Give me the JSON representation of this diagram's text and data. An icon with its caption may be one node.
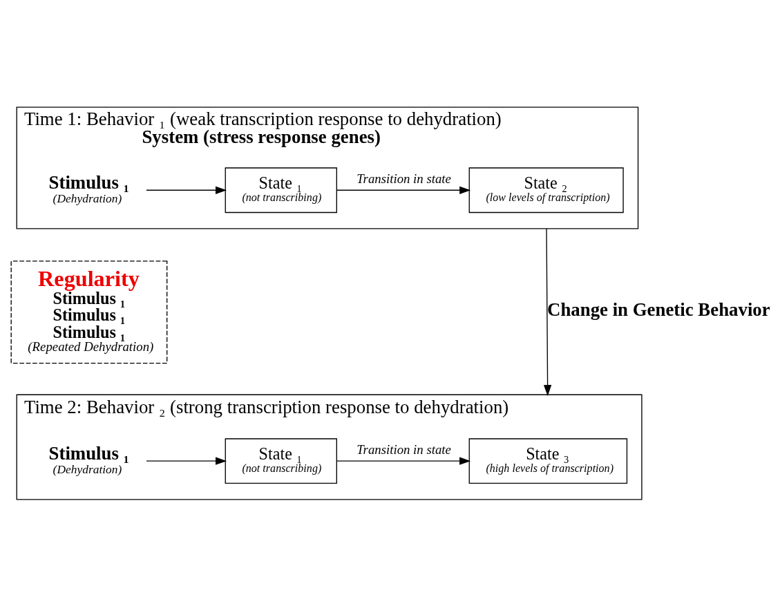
{
  "diagram": {
    "nodes": [
      {
        "text": [
          "Time 1: Behavior ₁ (weak transcription response to dehydration)",
          "System (stress response genes)"
        ]
      },
      {
        "text": [
          "Stimulus ₁",
          "(Dehydration)"
        ],
        "in": 0
      },
      {
        "text": [
          "State ₁",
          "(not transcribing)"
        ],
        "in": 0
      },
      {
        "text": [
          "State ₂",
          "(low levels of transcription)"
        ],
        "in": 0
      },
      {
        "text": [
          "Regularity",
          "Stimulus ₁",
          "Stimulus ₁",
          "Stimulus ₁",
          "(Repeated Dehydration)"
        ]
      },
      {
        "text": [
          "Time 2: Behavior ₂ (strong transcription response to dehydration)"
        ]
      },
      {
        "text": [
          "Stimulus ₁",
          "(Dehydration)"
        ],
        "in": 5
      },
      {
        "text": [
          "State ₁",
          "(not transcribing)"
        ],
        "in": 5
      },
      {
        "text": [
          "State ₃",
          "(high levels of transcription)"
        ],
        "in": 5
      }
    ],
    "edges": [
      {
        "from": 1,
        "to": 2,
        "arrow": "to"
      },
      {
        "from": 2,
        "to": 3,
        "arrow": "to",
        "label": "Transition in state"
      },
      {
        "from": 0,
        "to": 5,
        "arrow": "to",
        "label": "Change in Genetic Behavior"
      },
      {
        "from": 6,
        "to": 7,
        "arrow": "to"
      },
      {
        "from": 7,
        "to": 8,
        "arrow": "to",
        "label": "Transition in state"
      }
    ]
  }
}
